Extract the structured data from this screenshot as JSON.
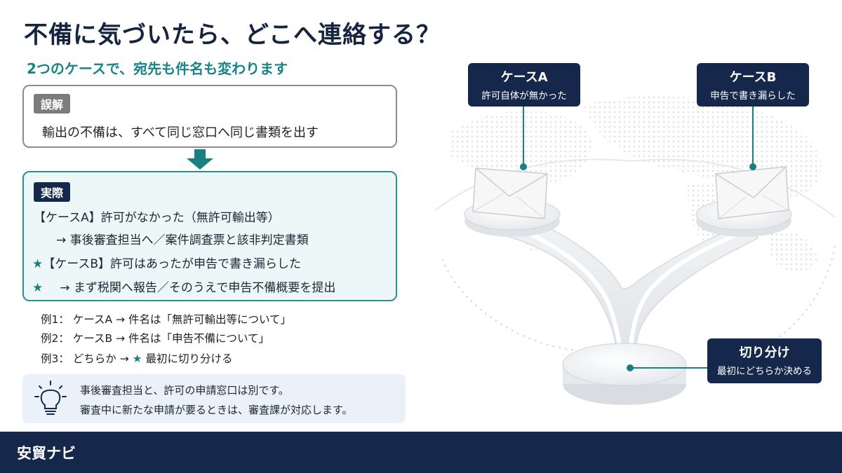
{
  "title": "不備に気づいたら、どこへ連絡する？",
  "subtitle": "2つのケースで、宛先も件名も変わります",
  "myth": {
    "tag": "誤解",
    "text": "輸出の不備は、すべて同じ窓口へ同じ書類を出す"
  },
  "fact": {
    "tag": "実際",
    "line1": "【ケースA】許可がなかった（無許可輸出等）",
    "line2": "→ 事後審査担当へ／案件調査票と該非判定書類",
    "line3": "【ケースB】許可はあったが申告で書き漏らした",
    "line4": "→ まず税関へ報告／そのうえで申告不備概要を提出",
    "star": "★"
  },
  "examples": {
    "ex1": "例1：  ケースA  →  件名は「無許可輸出等について」",
    "ex2": "例2：  ケースB  →  件名は「申告不備について」",
    "ex3_pre": "例3：  どちらか  →  ",
    "ex3_post": "最初に切り分ける"
  },
  "tip": {
    "line1": "事後審査担当と、許可の申請窓口は別です。",
    "line2": "審査中に新たな申請が要るときは、審査課が対応します。"
  },
  "labels": {
    "caseA": {
      "title": "ケースA",
      "sub": "許可自体が無かった"
    },
    "caseB": {
      "title": "ケースB",
      "sub": "申告で書き漏らした"
    },
    "split": {
      "title": "切り分け",
      "sub": "最初にどちらか決める"
    }
  },
  "footer": {
    "brand": "安貿ナビ"
  },
  "colors": {
    "navy": "#15284c",
    "teal": "#1a7f80",
    "accent_text": "#18848a"
  },
  "icons": [
    "down-arrow-icon",
    "star-icon",
    "lightbulb-icon",
    "envelope-icon",
    "map-icon"
  ]
}
